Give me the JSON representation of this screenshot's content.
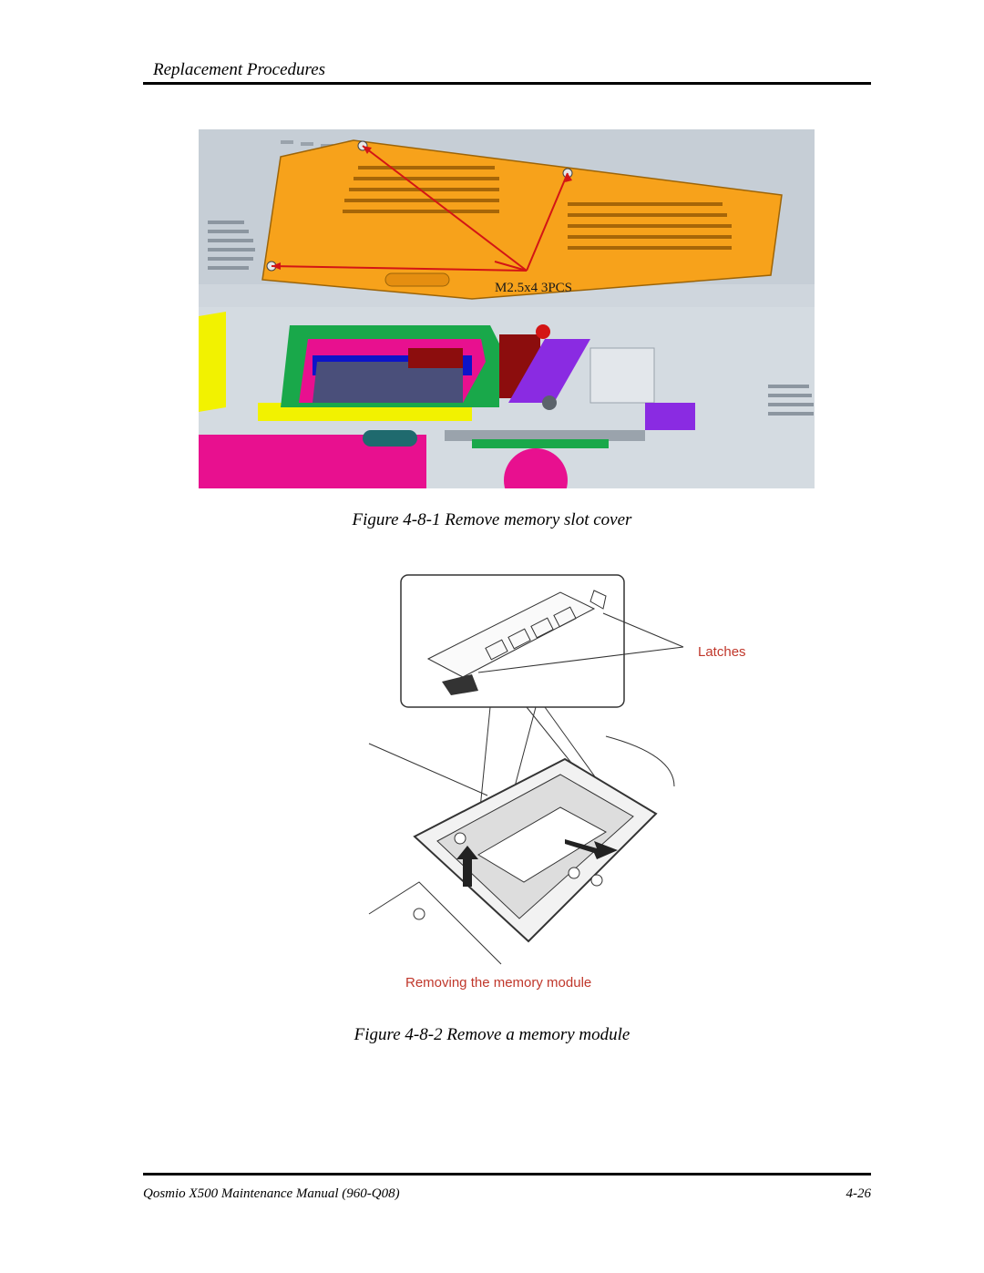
{
  "header": {
    "title": "Replacement Procedures"
  },
  "figure1": {
    "callout": "M2.5x4 3PCS",
    "caption": "Figure 4-8-1 Remove memory slot cover"
  },
  "figure2": {
    "latches_label": "Latches",
    "subtitle": "Removing the memory module",
    "caption": "Figure 4-8-2 Remove a memory module"
  },
  "footer": {
    "manual": "Qosmio X500 Maintenance Manual (960-Q08)",
    "page": "4-26"
  },
  "colors": {
    "cover": "#f7a21b",
    "chassis": "#cfd6dd",
    "magenta": "#e8108f",
    "yellow": "#f2f200",
    "purple": "#8a2be2",
    "green": "#19a84a",
    "darkred": "#8c0d0d",
    "arrow": "#d31515"
  }
}
